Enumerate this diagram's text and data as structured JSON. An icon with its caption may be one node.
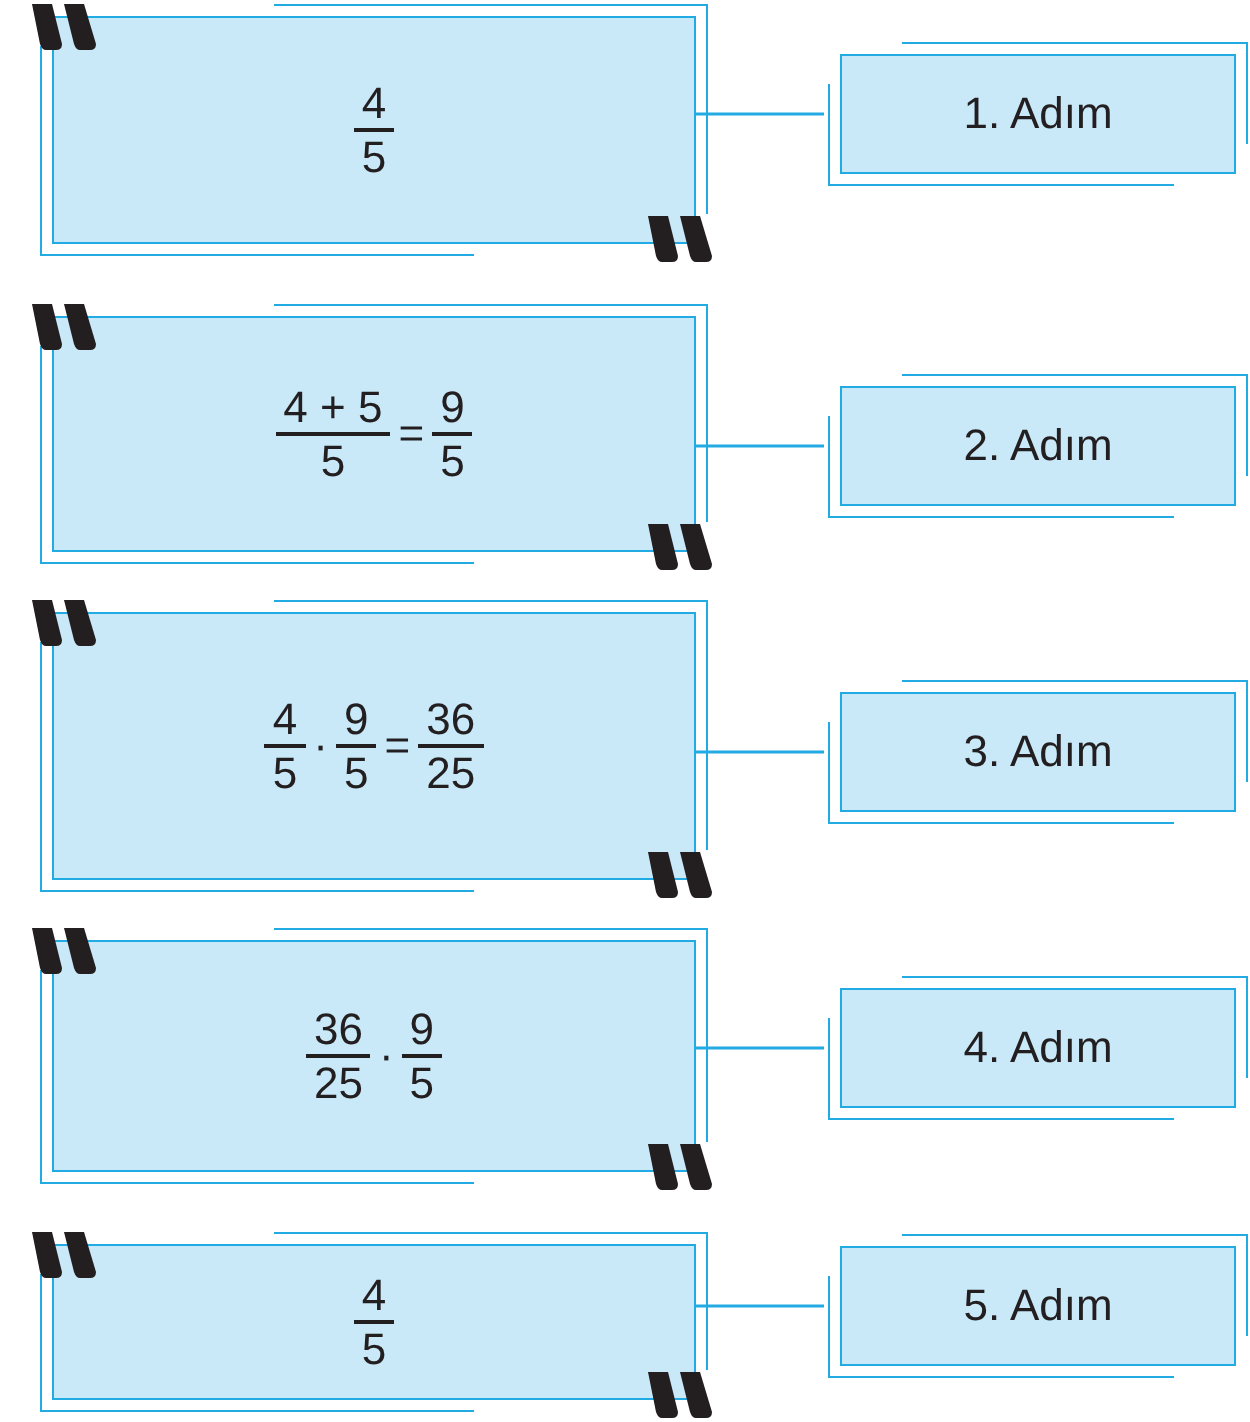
{
  "diagram": {
    "nodes": [
      {
        "text": [
          "4",
          "5"
        ]
      },
      {
        "text": [
          "1. Adım"
        ]
      },
      {
        "text": [
          "4 + 5",
          "5",
          "=",
          "9",
          "5"
        ]
      },
      {
        "text": [
          "2. Adım"
        ]
      },
      {
        "text": [
          "4",
          "5",
          "·",
          "9",
          "5",
          "=",
          "36",
          "25"
        ]
      },
      {
        "text": [
          "3. Adım"
        ]
      },
      {
        "text": [
          "36",
          "25",
          "·",
          "9",
          "5"
        ]
      },
      {
        "text": [
          "4. Adım"
        ]
      },
      {
        "text": [
          "4",
          "5"
        ]
      },
      {
        "text": [
          "5. Adım"
        ]
      }
    ],
    "edges": [
      {
        "from": 0,
        "to": 1,
        "arrow": "none"
      },
      {
        "from": 2,
        "to": 3,
        "arrow": "none"
      },
      {
        "from": 4,
        "to": 5,
        "arrow": "none"
      },
      {
        "from": 6,
        "to": 7,
        "arrow": "none"
      },
      {
        "from": 8,
        "to": 9,
        "arrow": "none"
      }
    ]
  }
}
